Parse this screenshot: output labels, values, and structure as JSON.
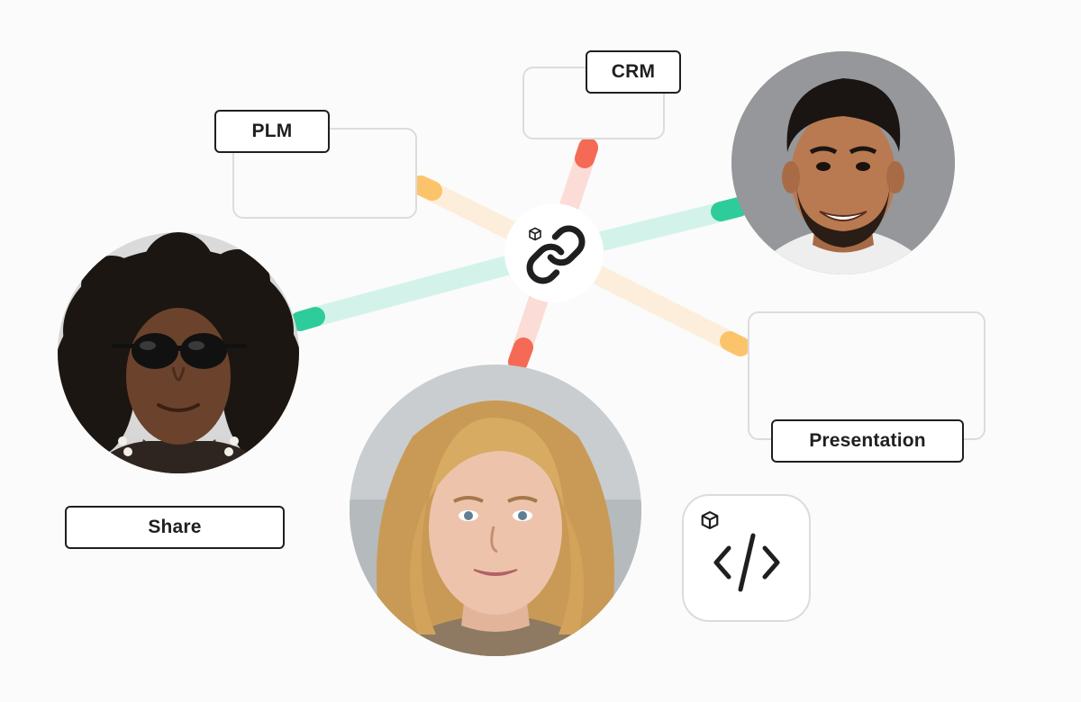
{
  "colors": {
    "teal": "#2ecc9a",
    "teal_light": "#d3f3ea",
    "coral": "#f46a55",
    "coral_light": "#fcdcd7",
    "amber": "#fcc46a",
    "amber_light": "#fdeedc",
    "tag_border": "#1f1f1f",
    "card_border": "#dcdcdc"
  },
  "tags": {
    "plm": "PLM",
    "crm": "CRM",
    "presentation": "Presentation",
    "share": "Share"
  },
  "icons": {
    "hub": "chain-link-icon",
    "hub_badge": "cube-icon",
    "tile": "code-brackets-icon",
    "tile_badge": "cube-icon"
  },
  "people": [
    {
      "id": "curly-hair-man",
      "desc": "avatar"
    },
    {
      "id": "smiling-man",
      "desc": "avatar"
    },
    {
      "id": "blonde-woman",
      "desc": "avatar"
    }
  ]
}
